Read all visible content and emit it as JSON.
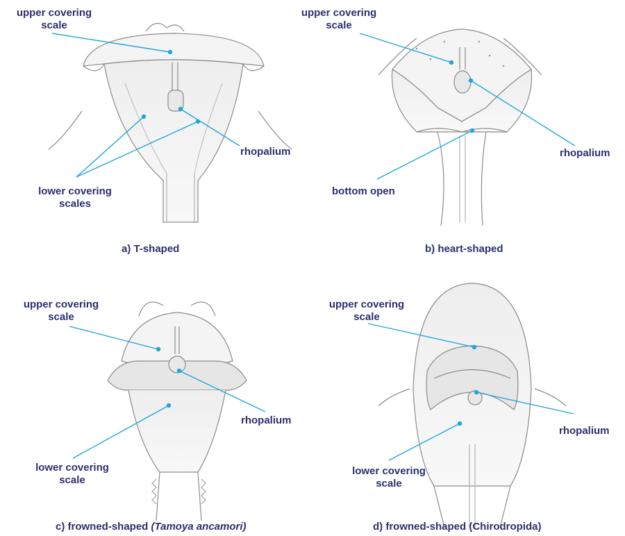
{
  "panels": [
    {
      "caption": "a) T-shaped",
      "labels": {
        "upper": "upper covering\nscale",
        "rhopalium": "rhopalium",
        "lower": "lower covering\nscales"
      }
    },
    {
      "caption": "b) heart-shaped",
      "labels": {
        "upper": "upper covering\nscale",
        "rhopalium": "rhopalium",
        "bottom": "bottom open"
      }
    },
    {
      "caption": "c) frowned-shaped",
      "caption_italic": "(Tamoya ancamori)",
      "labels": {
        "upper": "upper covering\nscale",
        "rhopalium": "rhopalium",
        "lower": "lower covering\nscale"
      }
    },
    {
      "caption": "d) frowned-shaped (Chirodropida)",
      "labels": {
        "upper": "upper covering\nscale",
        "rhopalium": "rhopalium",
        "lower": "lower covering\nscale"
      }
    }
  ],
  "colors": {
    "label_text": "#2b2f6e",
    "leader_line": "#1fa6dd",
    "sketch_stroke": "#8a8a8a",
    "sketch_fill": "#f4f4f4",
    "sketch_shade": "#e4e4e4"
  }
}
